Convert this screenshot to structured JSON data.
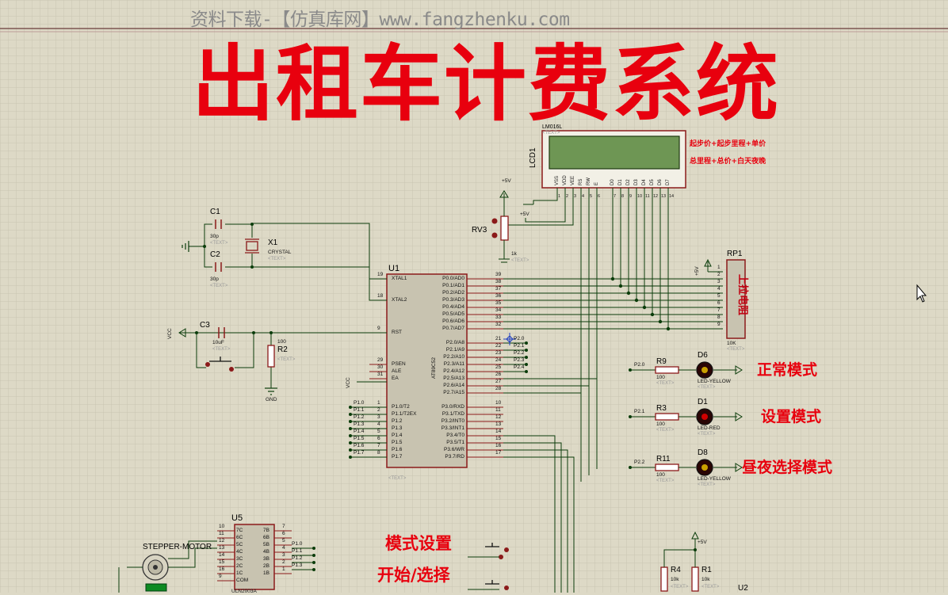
{
  "watermark": "资料下载-【仿真库网】www.fangzhenku.com",
  "title": "出租车计费系统",
  "lcd": {
    "ref": "LCD1",
    "model": "LM016L",
    "pins": [
      "VSS",
      "VDD",
      "VEE",
      "RS",
      "RW",
      "E",
      "D0",
      "D1",
      "D2",
      "D3",
      "D4",
      "D5",
      "D6",
      "D7"
    ],
    "pin_numbers": [
      "1",
      "2",
      "3",
      "4",
      "5",
      "6",
      "7",
      "8",
      "9",
      "10",
      "11",
      "12",
      "13",
      "14"
    ]
  },
  "lcd_notes": [
    "起步价+起步里程+单价",
    "总里程+总价+白天夜晚"
  ],
  "placeholder": "<TEXT>",
  "mcu": {
    "ref": "U1",
    "model": "AT89C52",
    "left_pins": [
      {
        "num": "19",
        "name": "XTAL1"
      },
      {
        "num": "18",
        "name": "XTAL2"
      },
      {
        "num": "9",
        "name": "RST"
      },
      {
        "num": "29",
        "name": "PSEN"
      },
      {
        "num": "30",
        "name": "ALE"
      },
      {
        "num": "31",
        "name": "EA"
      },
      {
        "num": "1",
        "name": "P1.0/T2"
      },
      {
        "num": "2",
        "name": "P1.1/T2EX"
      },
      {
        "num": "3",
        "name": "P1.2"
      },
      {
        "num": "4",
        "name": "P1.3"
      },
      {
        "num": "5",
        "name": "P1.4"
      },
      {
        "num": "6",
        "name": "P1.5"
      },
      {
        "num": "7",
        "name": "P1.6"
      },
      {
        "num": "8",
        "name": "P1.7"
      }
    ],
    "right_pins": [
      {
        "num": "39",
        "name": "P0.0/AD0"
      },
      {
        "num": "38",
        "name": "P0.1/AD1"
      },
      {
        "num": "37",
        "name": "P0.2/AD2"
      },
      {
        "num": "36",
        "name": "P0.3/AD3"
      },
      {
        "num": "35",
        "name": "P0.4/AD4"
      },
      {
        "num": "34",
        "name": "P0.5/AD5"
      },
      {
        "num": "33",
        "name": "P0.6/AD6"
      },
      {
        "num": "32",
        "name": "P0.7/AD7"
      },
      {
        "num": "21",
        "name": "P2.0/A8"
      },
      {
        "num": "22",
        "name": "P2.1/A9"
      },
      {
        "num": "23",
        "name": "P2.2/A10"
      },
      {
        "num": "24",
        "name": "P2.3/A11"
      },
      {
        "num": "25",
        "name": "P2.4/A12"
      },
      {
        "num": "26",
        "name": "P2.5/A13"
      },
      {
        "num": "27",
        "name": "P2.6/A14"
      },
      {
        "num": "28",
        "name": "P2.7/A15"
      },
      {
        "num": "10",
        "name": "P3.0/RXD"
      },
      {
        "num": "11",
        "name": "P3.1/TXD"
      },
      {
        "num": "12",
        "name": "P3.2/INT0"
      },
      {
        "num": "13",
        "name": "P3.3/INT1"
      },
      {
        "num": "14",
        "name": "P3.4/T0"
      },
      {
        "num": "15",
        "name": "P3.5/T1"
      },
      {
        "num": "16",
        "name": "P3.6/WR"
      },
      {
        "num": "17",
        "name": "P3.7/RD"
      }
    ],
    "p1_net_labels": [
      "P1.0",
      "P1.1",
      "P1.2",
      "P1.3",
      "P1.4",
      "P1.5",
      "P1.6",
      "P1.7"
    ],
    "p2_net_labels": [
      "P2.0",
      "P2.1",
      "P2.2",
      "P2.3",
      "P2.4"
    ]
  },
  "crystal": {
    "ref": "X1",
    "type": "CRYSTAL"
  },
  "caps": [
    {
      "ref": "C1",
      "value": "30p"
    },
    {
      "ref": "C2",
      "value": "30p"
    },
    {
      "ref": "C3",
      "value": "10uF"
    }
  ],
  "r2": {
    "ref": "R2",
    "value": "100"
  },
  "gnd": "GND",
  "vcc": "VCC",
  "plus5v": "+5V",
  "rv3": {
    "ref": "RV3",
    "value": "1k"
  },
  "rp1": {
    "ref": "RP1",
    "value": "10K",
    "body_text": "上拉电阻",
    "pins": [
      "1",
      "2",
      "3",
      "4",
      "5",
      "6",
      "7",
      "8",
      "9"
    ]
  },
  "leds": [
    {
      "ref": "D6",
      "type": "LED-YELLOW",
      "resistor": "R9",
      "rvalue": "100",
      "net": "P2.0",
      "mode": "正常模式",
      "color": "#c9a000"
    },
    {
      "ref": "D1",
      "type": "LED-RED",
      "resistor": "R3",
      "rvalue": "100",
      "net": "P2.1",
      "mode": "设置模式",
      "color": "#d00000"
    },
    {
      "ref": "D8",
      "type": "LED-YELLOW",
      "resistor": "R11",
      "rvalue": "100",
      "net": "P2.2",
      "mode": "昼夜选择模式",
      "color": "#c9a000"
    }
  ],
  "u5": {
    "ref": "U5",
    "model": "ULN2003A",
    "left": [
      "1B",
      "2B",
      "3B",
      "4B",
      "5B",
      "6B",
      "7B"
    ],
    "right": [
      "7C",
      "6C",
      "5C",
      "4C",
      "3C",
      "2C",
      "1C",
      "COM"
    ],
    "left_nums": [
      "10",
      "11",
      "12",
      "13",
      "14",
      "15",
      "16",
      "9"
    ],
    "right_nums": [
      "7",
      "6",
      "5",
      "4",
      "3",
      "2",
      "1"
    ],
    "net_labels": [
      "P1.0",
      "P1.1",
      "P1.2",
      "P1.3"
    ]
  },
  "motor": "STEPPER-MOTOR",
  "buttons": [
    "模式设置",
    "开始/选择"
  ],
  "bottom_res": [
    {
      "ref": "R4",
      "value": "10k"
    },
    {
      "ref": "R1",
      "value": "10k"
    }
  ],
  "u2": "U2",
  "colors": {
    "background": "#ddd9c6",
    "grid": "#c8c4b0",
    "wire": "#0a3c0a",
    "component": "#8b1a1a",
    "title": "#e8000e",
    "lcd_screen": "#6e9654"
  }
}
